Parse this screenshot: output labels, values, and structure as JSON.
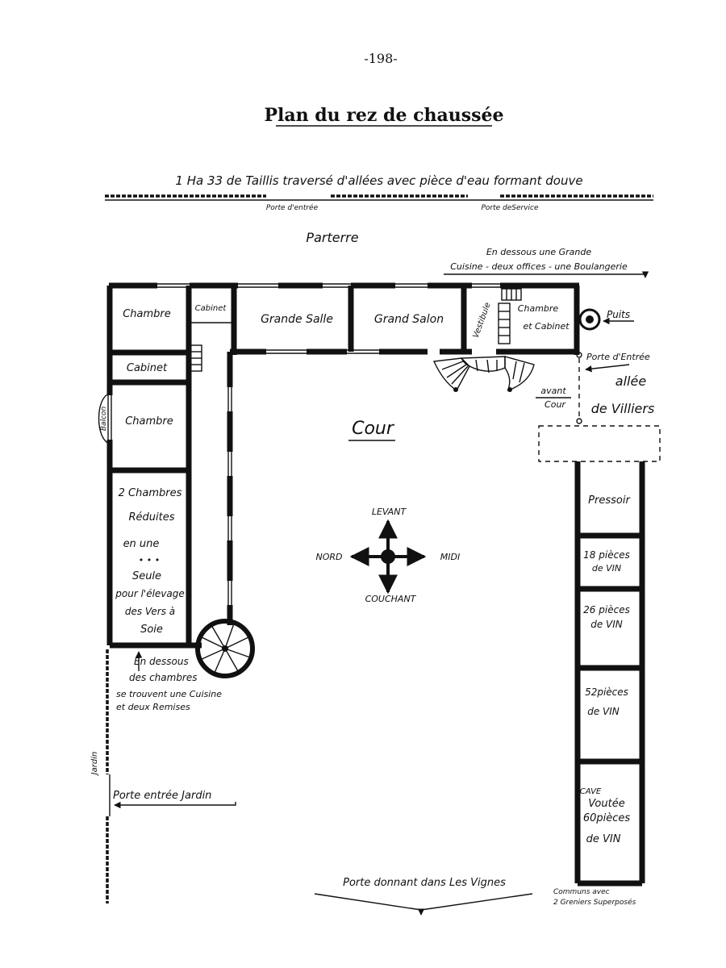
{
  "page": {
    "number": "-198-",
    "title": "Plan du rez de chaussée"
  },
  "top": {
    "caption": "1 Ha 33  de Taillis traversé d'allées avec pièce d'eau formant douve",
    "porte_entree": "Porte d'entrée",
    "porte_service": "Porte deService",
    "parterre": "Parterre",
    "note_line1": "En dessous une Grande",
    "note_line2": "Cuisine - deux offices - une Boulangerie"
  },
  "rooms": {
    "chambre1": "Chambre",
    "cabinet_small": "Cabinet",
    "grande_salle": "Grande Salle",
    "grand_salon": "Grand Salon",
    "vestibule": "Vestibule",
    "chambre_cabinet_1": "Chambre",
    "chambre_cabinet_2": "et Cabinet",
    "cabinet": "Cabinet",
    "balcon": "Balcon",
    "chambre2": "Chambre",
    "reduites": [
      "2 Chambres",
      "Réduites",
      "en une",
      "• • •",
      "Seule",
      "pour l'élevage",
      "des Vers à",
      "Soie"
    ]
  },
  "right": {
    "puits": "Puits",
    "porte_entree": "Porte d'Entrée",
    "allee": "allée",
    "de_villiers": "de Villiers",
    "avant": "avant",
    "cour": "Cour",
    "pressoir": "Pressoir",
    "pieces18": [
      "18 pièces",
      "de VIN"
    ],
    "pieces26": [
      "26 pièces",
      "de VIN"
    ],
    "pieces52": [
      "52pièces",
      "de VIN"
    ],
    "cave": [
      "CAVE",
      "Voutée",
      "60pièces",
      "de VIN"
    ],
    "communs": [
      "Communs avec",
      "2 Greniers Superposés"
    ]
  },
  "center": {
    "cour": "Cour",
    "levant": "LEVANT",
    "couchant": "COUCHANT",
    "nord": "NORD",
    "midi": "MIDI"
  },
  "left": {
    "dessous": [
      "En dessous",
      "des chambres",
      "se trouvent une Cuisine",
      "et deux Remises"
    ],
    "jardin": "Jardin",
    "porte_jardin": "Porte entrée Jardin"
  },
  "bottom": {
    "porte_vignes": "Porte donnant dans Les Vignes"
  }
}
